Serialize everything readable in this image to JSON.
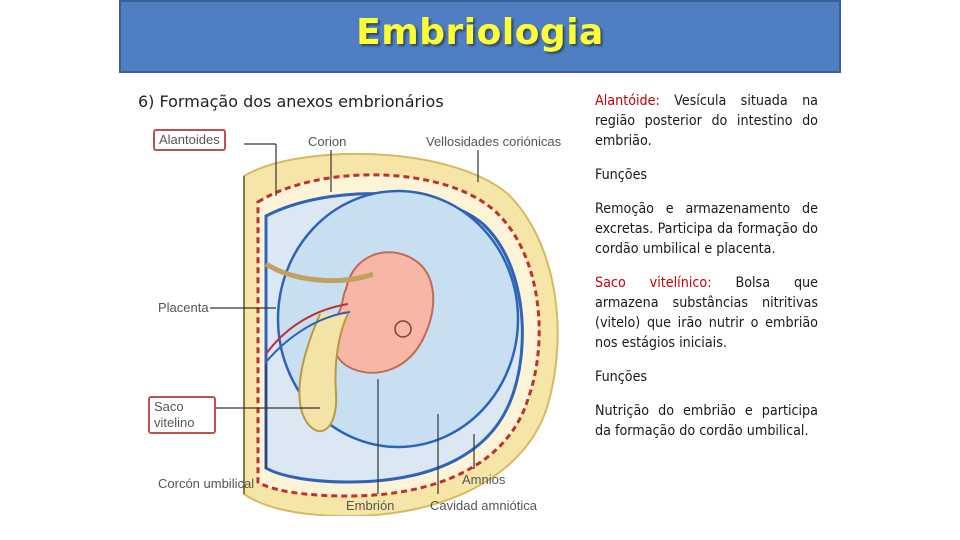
{
  "title": "Embriologia",
  "subtitle": "6) Formação dos anexos embrionários",
  "figure_labels": {
    "alantoides": "Alantoides",
    "corion": "Corion",
    "vellosidades": "Vellosidades coriónicas",
    "placenta": "Placenta",
    "saco_line1": "Saco",
    "saco_line2": "vitelino",
    "cordon": "Corcón umbilical",
    "amnios": "Amnios",
    "embrion": "Embrión",
    "cavidad": "Cavidad amniótica"
  },
  "sections": {
    "alantoide_term": "Alantóide:",
    "alantoide_desc": "Vesícula situada na região posterior do intestino do embrião.",
    "funcoes_1": "Funções",
    "funcoes_1_text": "Remoção e armazenamento de excretas. Participa da formação do cordão umbilical e placenta.",
    "saco_term": "Saco vitelínico:",
    "saco_desc": "Bolsa que armazena substâncias nitritivas (vitelo) que irão nutrir o embrião nos estágios iniciais.",
    "funcoes_2": "Funções",
    "funcoes_2_text": "Nutrição do embrião e participa da formação do cordão umbilical."
  }
}
